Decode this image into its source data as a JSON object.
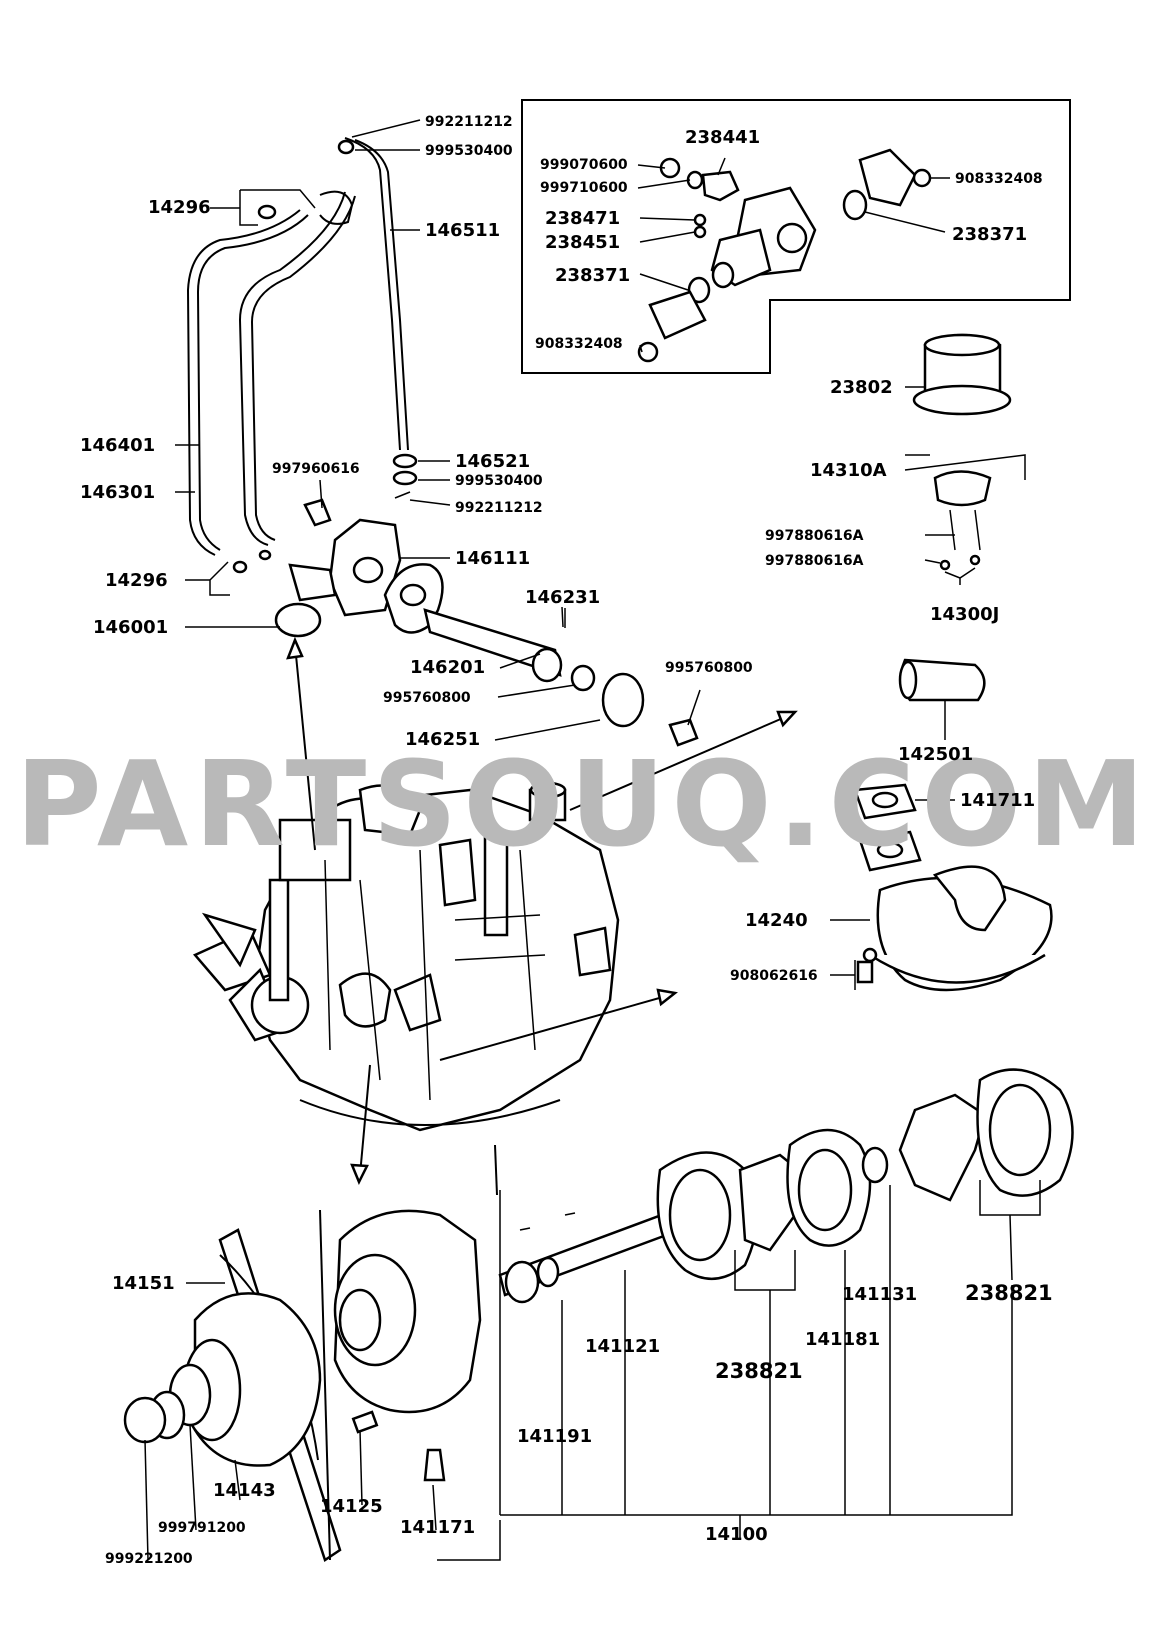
{
  "watermark": "PARTSOUQ.COM",
  "labels": {
    "l_992211212_top": "992211212",
    "l_999530400_top": "999530400",
    "l_14296_top": "14296",
    "l_146511": "146511",
    "l_146401": "146401",
    "l_146301": "146301",
    "l_146521": "146521",
    "l_999530400_mid": "999530400",
    "l_992211212_mid": "992211212",
    "l_997960616": "997960616",
    "l_146111": "146111",
    "l_14296_bot": "14296",
    "l_146001": "146001",
    "l_146231": "146231",
    "l_146201": "146201",
    "l_995760800_left": "995760800",
    "l_995760800_right": "995760800",
    "l_146251": "146251",
    "l_999070600": "999070600",
    "l_999710600": "999710600",
    "l_238441": "238441",
    "l_238471": "238471",
    "l_238451": "238451",
    "l_238371_left": "238371",
    "l_908332408_top": "908332408",
    "l_238371_right": "238371",
    "l_908332408_bot": "908332408",
    "l_23802": "23802",
    "l_14310A": "14310A",
    "l_997880616A_1": "997880616A",
    "l_997880616A_2": "997880616A",
    "l_14300J": "14300J",
    "l_142501": "142501",
    "l_141711": "141711",
    "l_14240": "14240",
    "l_908062616": "908062616",
    "l_14151": "14151",
    "l_141121": "141121",
    "l_238821_mid": "238821",
    "l_141131": "141131",
    "l_238821_right": "238821",
    "l_141181": "141181",
    "l_141191": "141191",
    "l_14143": "14143",
    "l_999791200": "999791200",
    "l_999221200": "999221200",
    "l_14125": "14125",
    "l_141171": "141171",
    "l_14100": "14100"
  }
}
